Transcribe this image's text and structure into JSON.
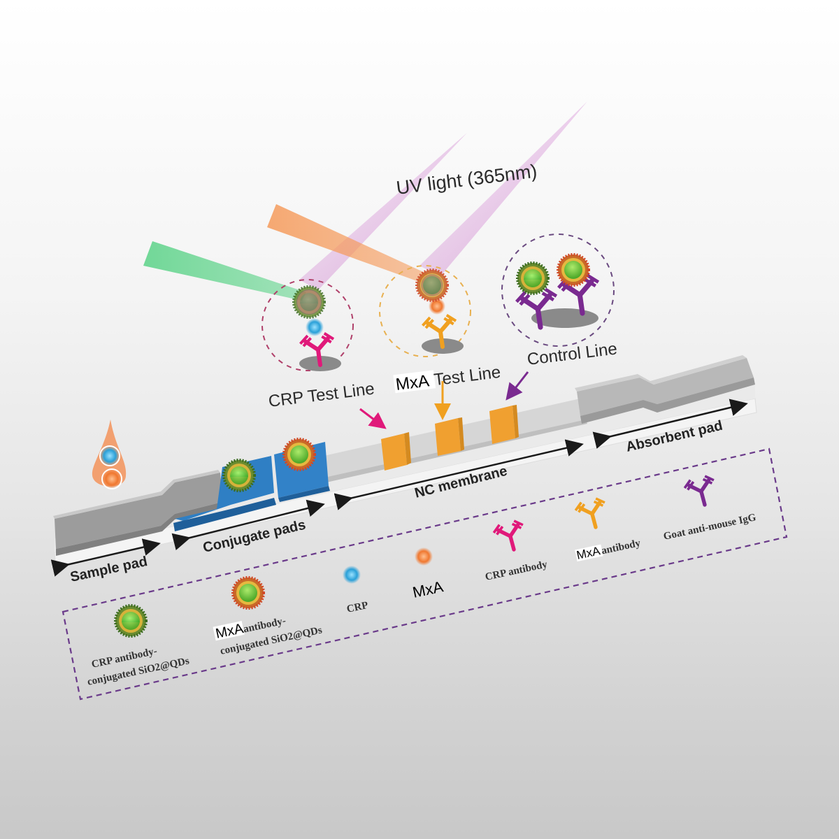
{
  "title_label": "UV light (365nm)",
  "test_lines": {
    "crp": "CRP Test Line",
    "mxa_prefix": "MxA",
    "mxa_suffix": "Test Line",
    "control": "Control Line"
  },
  "strip_sections": {
    "sample_pad": "Sample pad",
    "conjugate_pads": "Conjugate pads",
    "nc_membrane": "NC membrane",
    "absorbent_pad": "Absorbent pad"
  },
  "legend": {
    "crp_conjugate_line1": "CRP antibody-",
    "crp_conjugate_line2": "conjugated SiO2@QDs",
    "mxa_conjugate_prefix": "MxA",
    "mxa_conjugate_line1": "antibody-",
    "mxa_conjugate_line2": "conjugated SiO2@QDs",
    "crp": "CRP",
    "mxa": "MxA",
    "crp_antibody": "CRP antibody",
    "mxa_antibody_prefix": "MxA",
    "mxa_antibody": "antibody",
    "goat_igg": "Goat anti-mouse IgG"
  },
  "colors": {
    "crp_antibody": "#e0197a",
    "mxa_antibody": "#f0a020",
    "goat_igg": "#7a2a90",
    "crp_antigen": "#2aa0d8",
    "mxa_antigen": "#f07830",
    "qd_core": "#5cc83a",
    "conjugate_pad": "#2f7fc4",
    "test_line": "#f0a030",
    "legend_border": "#6a3a8a",
    "uv_beam": "#cc66cc",
    "green_emission": "#4ccc7a",
    "orange_emission": "#f59a5a"
  }
}
